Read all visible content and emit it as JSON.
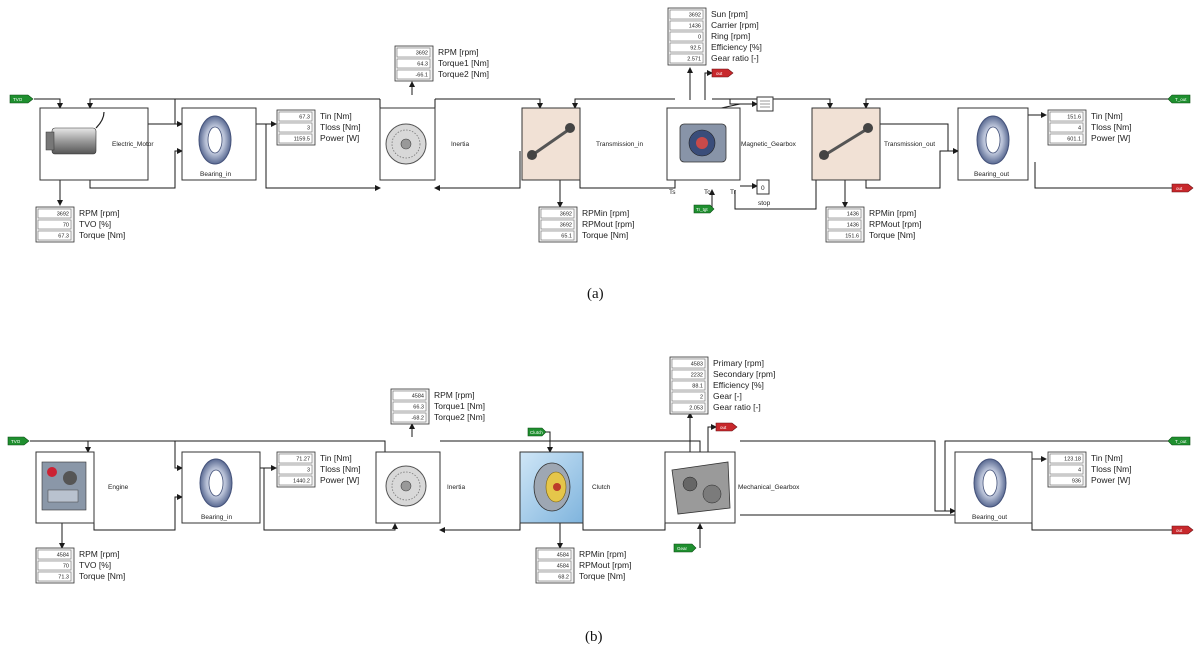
{
  "captions": {
    "a": "(a)",
    "b": "(b)"
  },
  "panel_a": {
    "blocks": {
      "motor": "Electric_Motor",
      "bearing_in": "Bearing_in",
      "inertia": "Inertia",
      "trans_in": "Transmission_in",
      "mag_gearbox": "Magnetic_Gearbox",
      "trans_out": "Transmission_out",
      "bearing_out": "Bearing_out"
    },
    "ports": {
      "ts": "Ts",
      "tc": "Tc",
      "tr": "Tr"
    },
    "stop": {
      "value": "0",
      "label": "stop"
    },
    "tags": {
      "left_in": "TVO",
      "right_in": "T_out",
      "right_out": "out",
      "gear_in": "Tr_tgt",
      "gear_out": "out"
    },
    "displays": {
      "inertia": {
        "labels": [
          "RPM [rpm]",
          "Torque1 [Nm]",
          "Torque2 [Nm]"
        ],
        "values": [
          "3692",
          "64.3",
          "-66.1"
        ]
      },
      "gearbox": {
        "labels": [
          "Sun [rpm]",
          "Carrier [rpm]",
          "Ring [rpm]",
          "Efficiency [%]",
          "Gear ratio [-]"
        ],
        "values": [
          "3692",
          "1436",
          "0",
          "92.5",
          "2.571"
        ]
      },
      "bearing_in": {
        "labels": [
          "Tin [Nm]",
          "Tloss [Nm]",
          "Power [W]"
        ],
        "values": [
          "67.3",
          "3",
          "1159.5"
        ]
      },
      "bearing_out": {
        "labels": [
          "Tin [Nm]",
          "Tloss [Nm]",
          "Power [W]"
        ],
        "values": [
          "151.6",
          "4",
          "601.1"
        ]
      },
      "motor": {
        "labels": [
          "RPM [rpm]",
          "TVO [%]",
          "Torque [Nm]"
        ],
        "values": [
          "3692",
          "70",
          "67.3"
        ]
      },
      "trans_in": {
        "labels": [
          "RPMin [rpm]",
          "RPMout [rpm]",
          "Torque [Nm]"
        ],
        "values": [
          "3692",
          "3692",
          "65.1"
        ]
      },
      "trans_out": {
        "labels": [
          "RPMin [rpm]",
          "RPMout [rpm]",
          "Torque [Nm]"
        ],
        "values": [
          "1436",
          "1436",
          "151.6"
        ]
      }
    }
  },
  "panel_b": {
    "blocks": {
      "engine": "Engine",
      "bearing_in": "Bearing_in",
      "inertia": "Inertia",
      "clutch": "Clutch",
      "mech_gearbox": "Mechanical_Gearbox",
      "bearing_out": "Bearing_out"
    },
    "tags": {
      "left_in": "TVO",
      "clutch_in": "Clutch",
      "gear_out": "out",
      "gear_in": "Gear",
      "right_in": "T_out",
      "right_out": "out"
    },
    "displays": {
      "inertia": {
        "labels": [
          "RPM [rpm]",
          "Torque1 [Nm]",
          "Torque2 [Nm]"
        ],
        "values": [
          "4584",
          "66.3",
          "-68.2"
        ]
      },
      "gearbox": {
        "labels": [
          "Primary [rpm]",
          "Secondary [rpm]",
          "Efficiency [%]",
          "Gear [-]",
          "Gear ratio [-]"
        ],
        "values": [
          "4583",
          "2232",
          "88.1",
          "2",
          "2.053"
        ]
      },
      "bearing_in": {
        "labels": [
          "Tin [Nm]",
          "Tloss [Nm]",
          "Power [W]"
        ],
        "values": [
          "71.27",
          "3",
          "1440.2"
        ]
      },
      "bearing_out": {
        "labels": [
          "Tin [Nm]",
          "Tloss [Nm]",
          "Power [W]"
        ],
        "values": [
          "123.18",
          "4",
          "936"
        ]
      },
      "engine": {
        "labels": [
          "RPM [rpm]",
          "TVO [%]",
          "Torque [Nm]"
        ],
        "values": [
          "4584",
          "70",
          "71.3"
        ]
      },
      "clutch": {
        "labels": [
          "RPMin [rpm]",
          "RPMout [rpm]",
          "Torque [Nm]"
        ],
        "values": [
          "4584",
          "4584",
          "68.2"
        ]
      }
    }
  }
}
